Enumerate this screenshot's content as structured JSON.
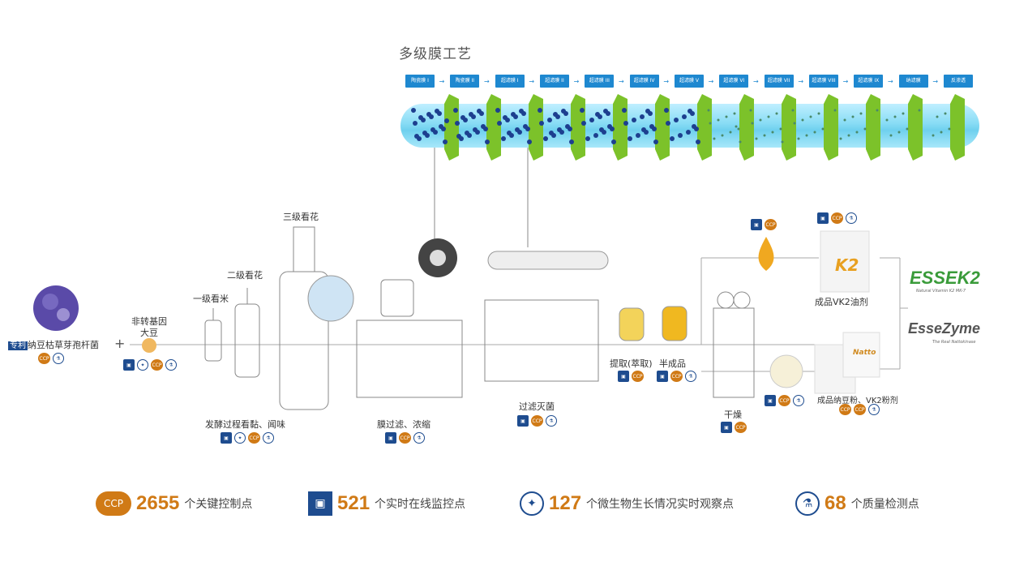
{
  "title": "多级膜工艺",
  "stages": [
    "陶瓷膜 I",
    "陶瓷膜 II",
    "超滤膜 I",
    "超滤膜 II",
    "超滤膜 III",
    "超滤膜 IV",
    "超滤膜 V",
    "超滤膜 VI",
    "超滤膜 VII",
    "超滤膜 VIII",
    "超滤膜 IX",
    "纳滤膜",
    "反渗透"
  ],
  "process": {
    "strain_tag": "专利",
    "strain": "纳豆枯草芽孢杆菌",
    "plus": "+",
    "soy": "非转基因\n大豆",
    "soy_line1": "非转基因",
    "soy_line2": "大豆",
    "step1": "一级看米",
    "step2": "二级看花",
    "step3": "三级看花",
    "fermentation": "发酵过程看黏、闻味",
    "membrane": "膜过滤、浓缩",
    "filter": "过滤灭菌",
    "extract": "提取(萃取)",
    "semi": "半成品",
    "dry": "干燥",
    "oil": "成品VK2油剂",
    "powder": "成品纳豆粉、VK2粉剂",
    "k2_box": "K2",
    "natto_box": "Natto"
  },
  "icons": {
    "ccp": "CCP",
    "camera": "camera-icon",
    "microscope": "microscope-icon",
    "lab": "flask-icon"
  },
  "brands": {
    "esse_k2": "ESSEK2",
    "esse_k2_sub": "Natural Vitamin K2 MK-7",
    "esse_zyme": "EsseZyme",
    "esse_zyme_sub": "The Real Nattokinase"
  },
  "legend": [
    {
      "num": "2655",
      "text": "个关键控制点",
      "icon": "CCP"
    },
    {
      "num": "521",
      "text": "个实时在线监控点",
      "icon": "camera-icon"
    },
    {
      "num": "127",
      "text": "个微生物生长情况实时观察点",
      "icon": "microscope-icon"
    },
    {
      "num": "68",
      "text": "个质量检测点",
      "icon": "flask-icon"
    }
  ],
  "colors": {
    "accent": "#d07a16",
    "blue": "#1e4c8f",
    "stage_blue": "#1e88d0",
    "green": "#3a9b3a"
  }
}
